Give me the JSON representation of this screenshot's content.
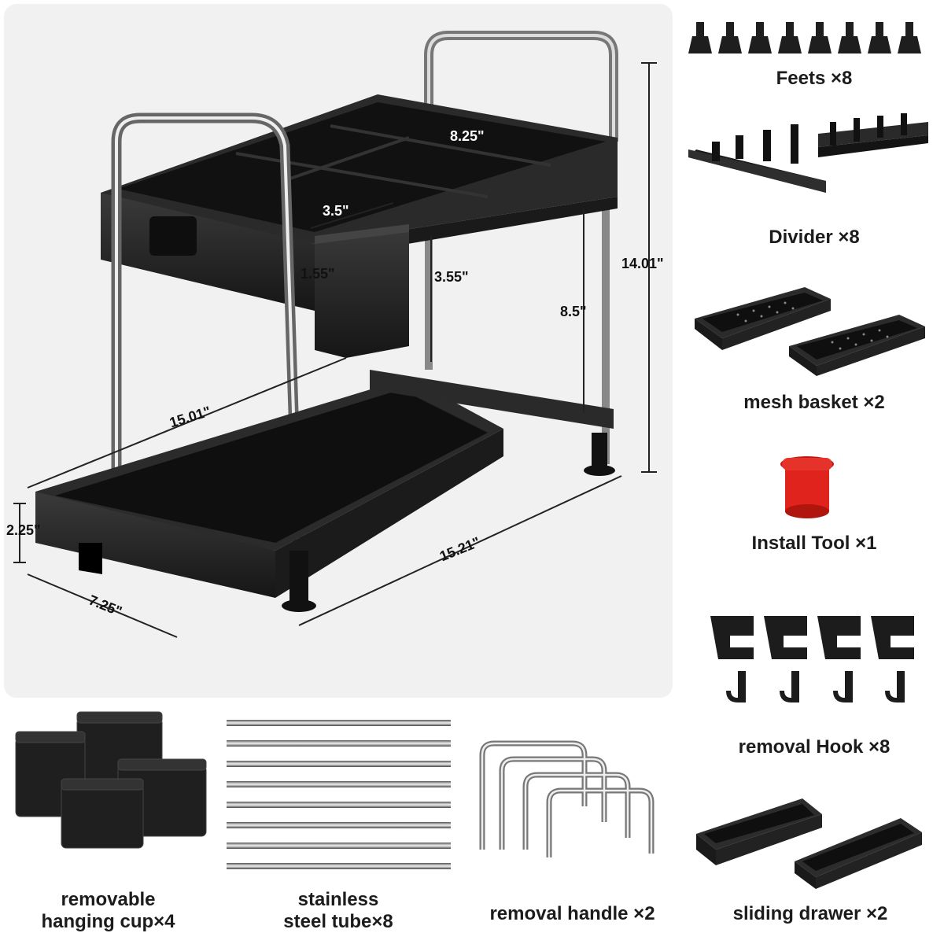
{
  "dimensions": {
    "top_width": "8.25\"",
    "divider_depth": "3.5\"",
    "cup_width": "1.55\"",
    "cup_height": "3.55\"",
    "total_height": "14.01\"",
    "shelf_gap": "8.5\"",
    "upper_length": "15.01\"",
    "drawer_height": "2.25\"",
    "base_length": "15.21\"",
    "drawer_width": "7.25\""
  },
  "parts": {
    "feets": "Feets ×8",
    "divider": "Divider ×8",
    "mesh_basket": "mesh basket ×2",
    "install_tool": "Install Tool ×1",
    "removal_hook": "removal Hook ×8",
    "hanging_cup_line1": "removable",
    "hanging_cup_line2": "hanging cup×4",
    "steel_tube_line1": "stainless",
    "steel_tube_line2": "steel tube×8",
    "removal_handle": "removal handle ×2",
    "sliding_drawer": "sliding drawer ×2"
  },
  "colors": {
    "panel_bg": "#f1f1f1",
    "product_black": "#1e1e1e",
    "chrome": "#9a9a9a",
    "install_tool_red": "#e0231c"
  }
}
